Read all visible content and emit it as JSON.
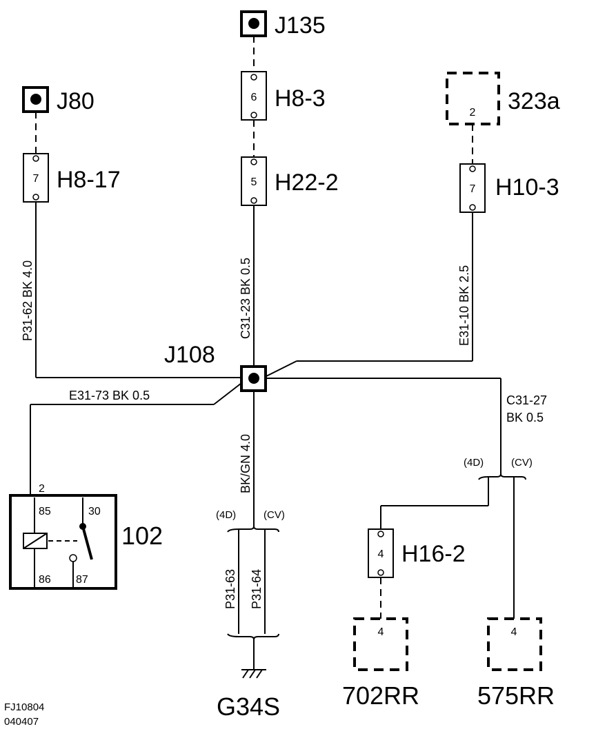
{
  "components": {
    "j135": {
      "label": "J135"
    },
    "j80": {
      "label": "J80"
    },
    "h8_3": {
      "label": "H8-3",
      "pin": "6"
    },
    "h22_2": {
      "label": "H22-2",
      "pin": "5"
    },
    "h8_17": {
      "label": "H8-17",
      "pin": "7"
    },
    "c323a": {
      "label": "323a",
      "pin": "2"
    },
    "h10_3": {
      "label": "H10-3",
      "pin": "7"
    },
    "j108": {
      "label": "J108"
    },
    "relay102": {
      "label": "102",
      "pin_2": "2",
      "pin_85": "85",
      "pin_30": "30",
      "pin_86": "86",
      "pin_87": "87"
    },
    "h16_2": {
      "label": "H16-2",
      "pin": "4"
    },
    "c702rr": {
      "label": "702RR",
      "pin": "4"
    },
    "c575rr": {
      "label": "575RR",
      "pin": "4"
    },
    "g34s": {
      "label": "G34S"
    }
  },
  "wires": {
    "p31_62": "P31-62  BK  4.0",
    "c31_23": "C31-23  BK  0.5",
    "e31_10": "E31-10  BK  2.5",
    "e31_73": "E31-73  BK    0.5",
    "c31_27_line1": "C31-27",
    "c31_27_line2": "BK  0.5",
    "bkgn": "BK/GN    4.0",
    "p31_63": "P31-63",
    "p31_64": "P31-64"
  },
  "variants": {
    "left_4d": "(4D)",
    "left_cv": "(CV)",
    "right_4d": "(4D)",
    "right_cv": "(CV)"
  },
  "footer": {
    "code": "FJ10804",
    "date": "040407"
  }
}
